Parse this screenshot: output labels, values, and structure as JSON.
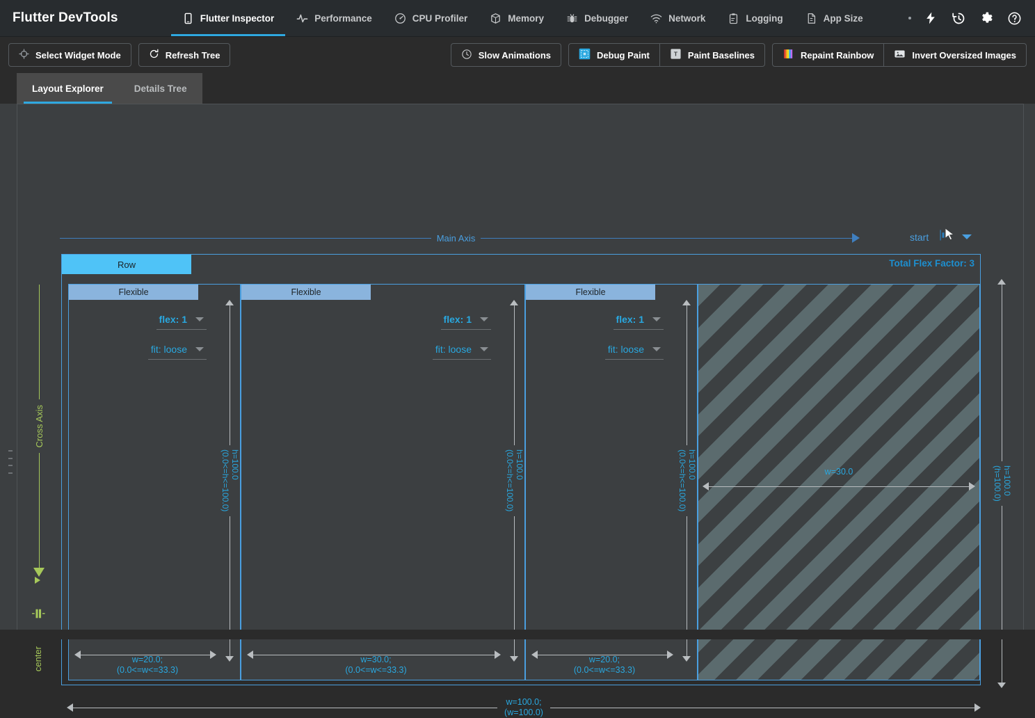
{
  "app": {
    "title": "Flutter DevTools"
  },
  "nav": {
    "items": [
      {
        "label": "Flutter Inspector",
        "icon": "phone-icon",
        "active": true
      },
      {
        "label": "Performance",
        "icon": "pulse-icon",
        "active": false
      },
      {
        "label": "CPU Profiler",
        "icon": "speedometer-icon",
        "active": false
      },
      {
        "label": "Memory",
        "icon": "box-icon",
        "active": false
      },
      {
        "label": "Debugger",
        "icon": "bug-icon",
        "active": false
      },
      {
        "label": "Network",
        "icon": "wifi-icon",
        "active": false
      },
      {
        "label": "Logging",
        "icon": "clipboard-icon",
        "active": false
      },
      {
        "label": "App Size",
        "icon": "file-icon",
        "active": false
      }
    ],
    "right_icons": [
      "dot-icon",
      "bolt-icon",
      "history-icon",
      "gear-icon",
      "help-icon"
    ]
  },
  "toolbar": {
    "select_widget_mode": "Select Widget Mode",
    "refresh_tree": "Refresh Tree",
    "slow_animations": "Slow Animations",
    "debug_paint": "Debug Paint",
    "paint_baselines": "Paint Baselines",
    "repaint_rainbow": "Repaint Rainbow",
    "invert_oversized_images": "Invert Oversized Images"
  },
  "tabs": [
    {
      "label": "Layout Explorer",
      "active": true
    },
    {
      "label": "Details Tree",
      "active": false
    }
  ],
  "layout_explorer": {
    "main_axis_label": "Main Axis",
    "cross_axis_label": "Cross Axis",
    "main_axis_alignment": "start",
    "cross_axis_alignment": "center",
    "row_label": "Row",
    "total_flex_factor": "Total Flex Factor: 3",
    "children": [
      {
        "label": "Flexible",
        "flex": "flex: 1",
        "fit": "fit: loose",
        "height_text": "h=100.0",
        "height_constraint": "(0.0<=h<=100.0)",
        "width_text": "w=20.0;",
        "width_constraint": "(0.0<=w<=33.3)"
      },
      {
        "label": "Flexible",
        "flex": "flex: 1",
        "fit": "fit: loose",
        "height_text": "h=100.0",
        "height_constraint": "(0.0<=h<=100.0)",
        "width_text": "w=30.0;",
        "width_constraint": "(0.0<=w<=33.3)"
      },
      {
        "label": "Flexible",
        "flex": "flex: 1",
        "fit": "fit: loose",
        "height_text": "h=100.0",
        "height_constraint": "(0.0<=h<=100.0)",
        "width_text": "w=20.0;",
        "width_constraint": "(0.0<=w<=33.3)"
      }
    ],
    "overflow": {
      "width_text": "w=30.0"
    },
    "outer": {
      "height_text": "h=100.0",
      "height_constraint": "(h=100.0)",
      "width_text": "w=100.0;",
      "width_constraint": "(w=100.0)"
    }
  },
  "colors": {
    "accent_blue": "#2fa8e0",
    "row_header": "#4fc3f7",
    "child_header": "#8ab4dd",
    "cross_axis_green": "#a6c85a",
    "main_axis_blue": "#3f7fbf",
    "measurement_text": "#29a8e0"
  }
}
